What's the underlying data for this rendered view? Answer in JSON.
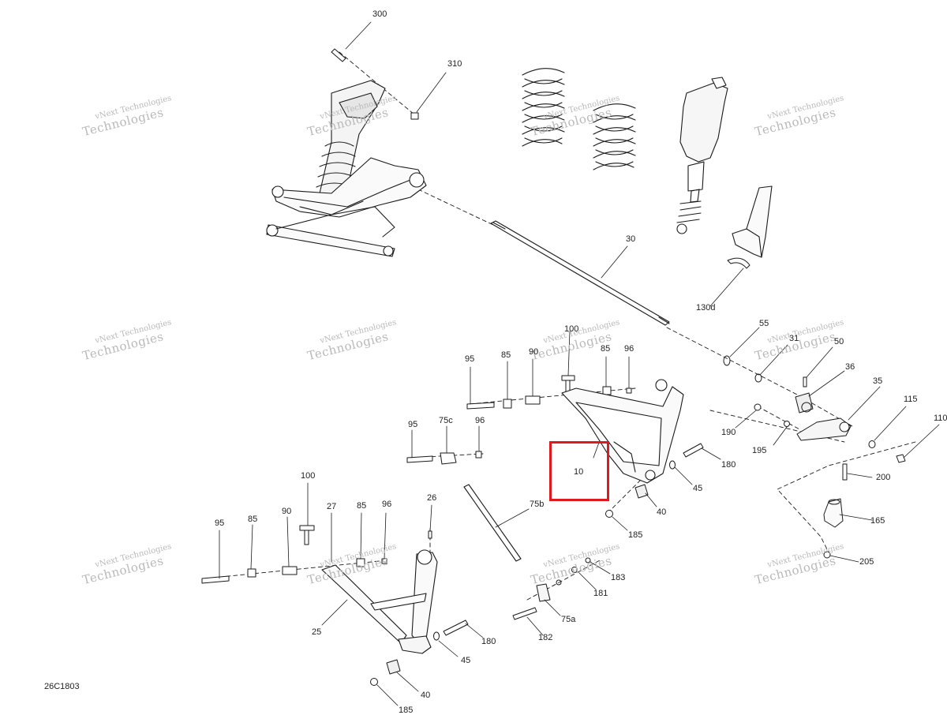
{
  "figure_code": "26C1803",
  "watermark": {
    "line1": "vNext Technologies",
    "line2": "Technologies"
  },
  "highlight": {
    "part": "10",
    "color": "#e0191f"
  },
  "callouts": {
    "c300": "300",
    "c310": "310",
    "c30": "30",
    "c130d": "130d",
    "c55": "55",
    "c31": "31",
    "c50": "50",
    "c36": "36",
    "c35": "35",
    "c115": "115",
    "c110": "110",
    "c190": "190",
    "c195": "195",
    "c200": "200",
    "c165": "165",
    "c205": "205",
    "c95a": "95",
    "c85a": "85",
    "c90a": "90",
    "c100a": "100",
    "c85b": "85",
    "c96a": "96",
    "c95b": "95",
    "c75c": "75c",
    "c96b": "96",
    "c10": "10",
    "c180a": "180",
    "c45a": "45",
    "c40a": "40",
    "c185a": "185",
    "c75b": "75b",
    "c183": "183",
    "c181": "181",
    "c75a": "75a",
    "c182": "182",
    "c100b": "100",
    "c27": "27",
    "c95c": "95",
    "c85c": "85",
    "c90b": "90",
    "c85d": "85",
    "c96c": "96",
    "c26": "26",
    "c25": "25",
    "c180b": "180",
    "c45b": "45",
    "c40b": "40",
    "c185b": "185"
  }
}
